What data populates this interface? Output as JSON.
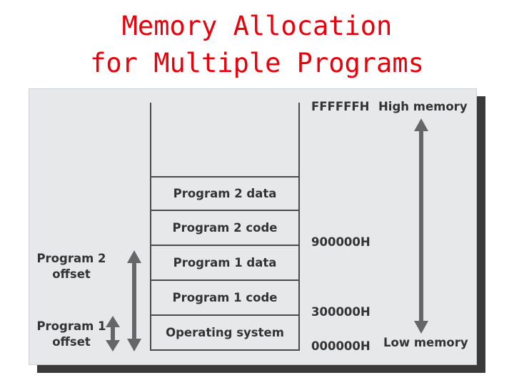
{
  "title": {
    "line1": "Memory Allocation",
    "line2": "for Multiple Programs"
  },
  "memory_blocks": [
    "Program 2 data",
    "Program 2 code",
    "Program 1 data",
    "Program 1 code",
    "Operating system"
  ],
  "addresses": {
    "top": "FFFFFFH",
    "p2_start": "900000H",
    "p1_start": "300000H",
    "bottom": "000000H"
  },
  "range": {
    "high": "High memory",
    "low": "Low memory"
  },
  "offsets": {
    "program2": [
      "Program 2",
      "offset"
    ],
    "program1": [
      "Program 1",
      "offset"
    ]
  },
  "colors": {
    "title": "#e8000b",
    "panel": "#e7e8ea",
    "arrow": "#666666",
    "text": "#333333"
  }
}
